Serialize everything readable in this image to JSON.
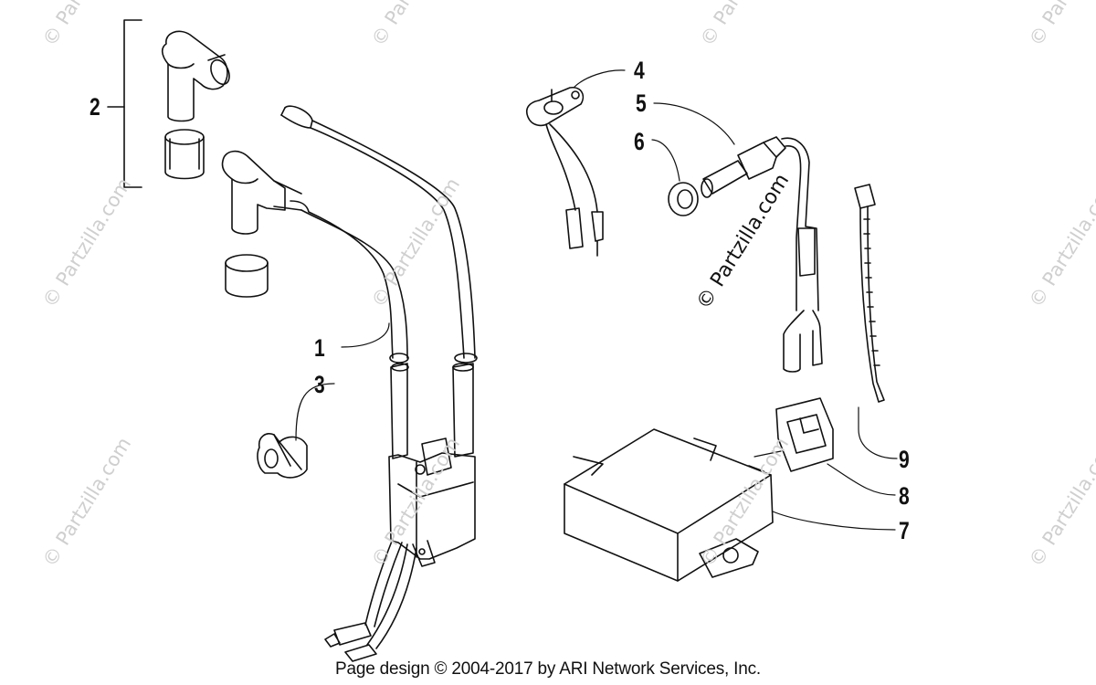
{
  "diagram": {
    "callouts": [
      {
        "id": "1",
        "text": "1"
      },
      {
        "id": "2",
        "text": "2"
      },
      {
        "id": "3",
        "text": "3"
      },
      {
        "id": "4",
        "text": "4"
      },
      {
        "id": "5",
        "text": "5"
      },
      {
        "id": "6",
        "text": "6"
      },
      {
        "id": "7",
        "text": "7"
      },
      {
        "id": "8",
        "text": "8"
      },
      {
        "id": "9",
        "text": "9"
      }
    ],
    "watermark": "© Partzilla.com",
    "center_watermark": "© Partzilla.com",
    "footer": "Page design © 2004-2017 by ARI Network Services, Inc."
  },
  "colors": {
    "line": "#111111",
    "watermark": "#cfcfcf",
    "background": "#ffffff"
  }
}
